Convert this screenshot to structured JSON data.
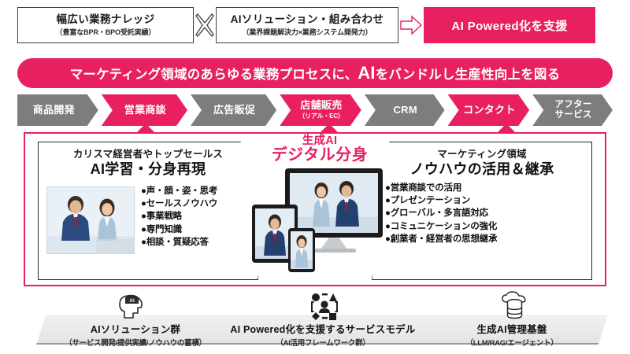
{
  "top_row": {
    "box1": {
      "title": "幅広い業務ナレッジ",
      "subtitle": "（豊富なBPR・BPO受託実績）"
    },
    "connector1": "cross-connector",
    "box2": {
      "title": "AIソリューション・組み合わせ",
      "subtitle": "（業界課題解決力×業務システム開発力）"
    },
    "connector2": "arrow-right",
    "result": "AI Powered化を支援"
  },
  "main_banner": {
    "part1": "マーケティング領域のあらゆる業務プロセスに、",
    "emphasis": "AI",
    "part2": "をバンドルし生産性向上を図る"
  },
  "process": {
    "steps": [
      {
        "label": "商品開発",
        "sub": "",
        "color": "gray"
      },
      {
        "label": "営業商談",
        "sub": "",
        "color": "pink"
      },
      {
        "label": "広告販促",
        "sub": "",
        "color": "gray"
      },
      {
        "label": "店舗販売",
        "sub": "（リアル・EC）",
        "color": "pink"
      },
      {
        "label": "CRM",
        "sub": "",
        "color": "gray"
      },
      {
        "label": "コンタクト",
        "sub": "",
        "color": "pink"
      },
      {
        "label": "アフター\nサービス",
        "sub": "",
        "color": "gray"
      }
    ]
  },
  "left_panel": {
    "subtitle": "カリスマ経営者やトップセールス",
    "title": "AI学習・分身再現",
    "photo_alt": "business-people-photo",
    "bullets": [
      "●声・顔・姿・思考",
      "●セールスノウハウ",
      "●事業戦略",
      "●専門知識",
      "●相談・質疑応答"
    ]
  },
  "center": {
    "line1": "生成AI",
    "line2": "デジタル分身",
    "devices": [
      "monitor",
      "tablet",
      "smartphone"
    ]
  },
  "right_panel": {
    "subtitle": "マーケティング領域",
    "title": "ノウハウの活用＆継承",
    "bullets": [
      "●営業商談での活用",
      "●プレゼンテーション",
      "●グローバル・多言語対応",
      "●コミュニケーションの強化",
      "●創業者・経営者の思想継承"
    ]
  },
  "bottom": {
    "items": [
      {
        "icon": "ai-brain-head-icon",
        "title": "AIソリューション群",
        "subtitle": "（サービス開発/提供実績/ノウハウの蓄積）"
      },
      {
        "icon": "framework-shapes-icon",
        "title": "AI Powered化を支援するサービスモデル",
        "subtitle": "（AI活用フレームワーク群）"
      },
      {
        "icon": "cloud-database-icon",
        "title": "生成AI管理基盤",
        "subtitle": "（LLM/RAG/エージェント）"
      }
    ]
  },
  "colors": {
    "accent_pink": "#e8205f",
    "gray_chevron": "#7d7d7d",
    "dark_text": "#111111",
    "slab_gray": "#e9e9e9"
  }
}
